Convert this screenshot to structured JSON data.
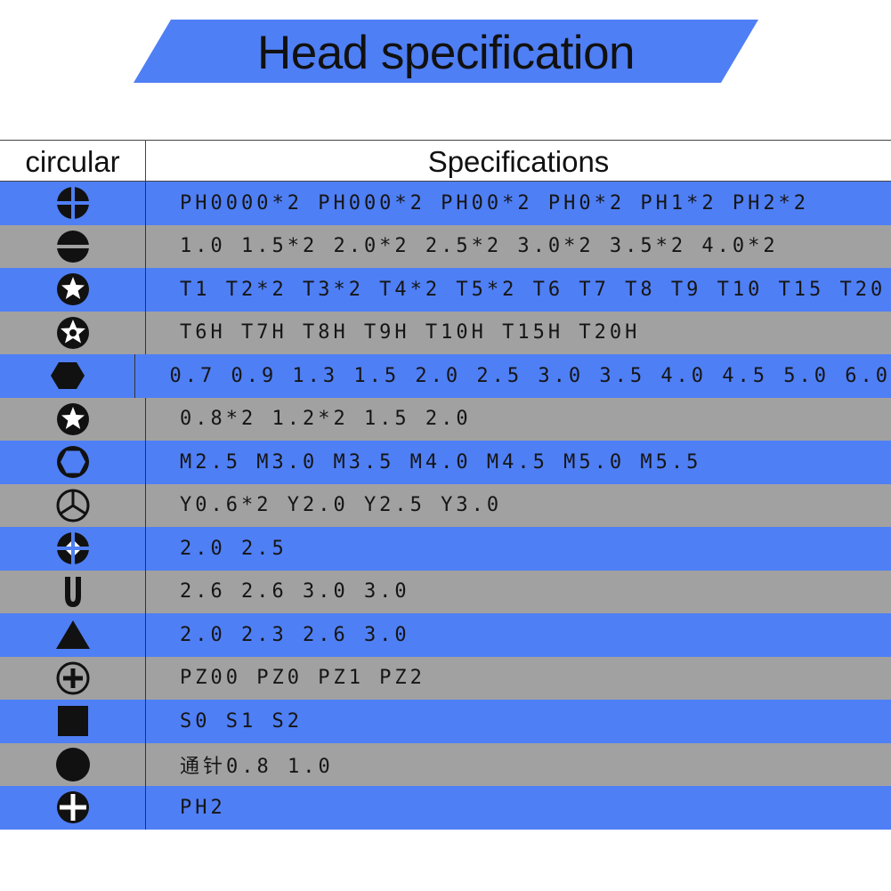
{
  "banner": {
    "title": "Head specification",
    "color": "#4f7ff5"
  },
  "table": {
    "headers": {
      "col1": "circular",
      "col2": "Specifications"
    },
    "row_colors": {
      "blue": "#4f7ff5",
      "gray": "#a1a1a1"
    },
    "rows": [
      {
        "icon": "phillips-cross-icon",
        "spec": "PH0000*2 PH000*2 PH00*2 PH0*2 PH1*2 PH2*2"
      },
      {
        "icon": "slotted-flat-icon",
        "spec": "1.0 1.5*2 2.0*2 2.5*2 3.0*2 3.5*2 4.0*2"
      },
      {
        "icon": "torx-star-icon",
        "spec": "T1 T2*2 T3*2 T4*2 T5*2 T6 T7 T8 T9 T10 T15 T20"
      },
      {
        "icon": "torx-security-icon",
        "spec": "T6H T7H T8H T9H T10H T15H T20H"
      },
      {
        "icon": "hex-icon",
        "spec": "0.7 0.9 1.3 1.5 2.0 2.5 3.0 3.5 4.0 4.5 5.0 6.0"
      },
      {
        "icon": "pentalobe-star-icon",
        "spec": "0.8*2 1.2*2 1.5 2.0"
      },
      {
        "icon": "hex-socket-icon",
        "spec": "M2.5 M3.0 M3.5 M4.0 M4.5 M5.0 M5.5"
      },
      {
        "icon": "tri-wing-y-icon",
        "spec": "Y0.6*2 Y2.0 Y2.5 Y3.0"
      },
      {
        "icon": "quad-cross-icon",
        "spec": "2.0 2.5"
      },
      {
        "icon": "u-shape-icon",
        "spec": "2.6 2.6 3.0 3.0"
      },
      {
        "icon": "triangle-icon",
        "spec": "2.0 2.3 2.6 3.0"
      },
      {
        "icon": "pozidriv-circle-plus-icon",
        "spec": "PZ00 PZ0 PZ1 PZ2"
      },
      {
        "icon": "square-icon",
        "spec": "S0 S1 S2"
      },
      {
        "icon": "solid-circle-icon",
        "spec": "通针0.8 1.0"
      },
      {
        "icon": "phillips-white-cross-icon",
        "spec": "PH2"
      }
    ]
  }
}
